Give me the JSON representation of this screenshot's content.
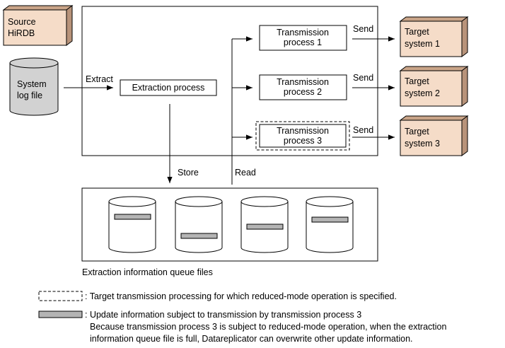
{
  "source": {
    "line1": "Source",
    "line2": "HiRDB"
  },
  "syslog": {
    "line1": "System",
    "line2": "log file"
  },
  "labels": {
    "extract": "Extract",
    "store": "Store",
    "read": "Read",
    "send1": "Send",
    "send2": "Send",
    "send3": "Send"
  },
  "extraction_process": "Extraction process",
  "transmission": [
    {
      "line1": "Transmission",
      "line2": "process 1"
    },
    {
      "line1": "Transmission",
      "line2": "process 2"
    },
    {
      "line1": "Transmission",
      "line2": "process 3"
    }
  ],
  "targets": [
    {
      "line1": "Target",
      "line2": "system 1"
    },
    {
      "line1": "Target",
      "line2": "system 2"
    },
    {
      "line1": "Target",
      "line2": "system 3"
    }
  ],
  "queue_caption": "Extraction information queue files",
  "legend": {
    "dashed": ": Target transmission processing for which reduced-mode operation is specified.",
    "bar_line1": ": Update information subject to transmission by transmission process 3",
    "bar_line2": "Because transmission process 3 is subject to reduced-mode operation, when the extraction",
    "bar_line3": "information queue file is full, Datareplicator can overwrite other update information."
  },
  "colors": {
    "peach": "#f5dcc8",
    "peach_dark": "#c9a488",
    "cylinder": "#d2d2d2",
    "bar": "#b4b4b4"
  }
}
